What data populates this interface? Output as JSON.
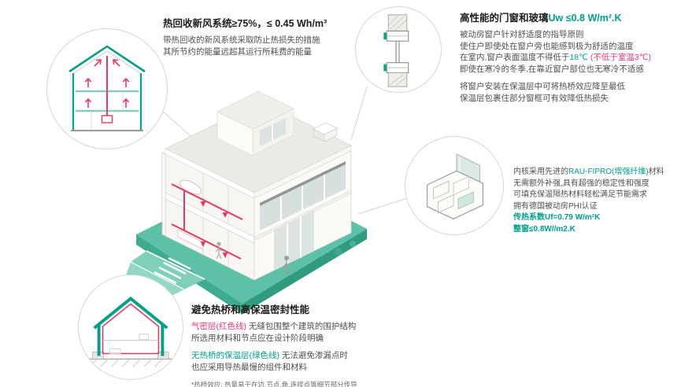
{
  "palette": {
    "accent_green": "#00A08B",
    "accent_red": "#E8376B",
    "platform_teal": "#5CC1A6",
    "body_text": "#4f4f4c"
  },
  "ventilation": {
    "title": "热回收新风系统≥75%，≤ 0.45 Wh/m³",
    "line1": "带热回收的新风系统采取防止热损失的措施",
    "line2": "其所节约的能量远超其运行所耗费的能量"
  },
  "windows": {
    "title": "高性能的门窗和玻璃",
    "title_metric": "Uw ≤0.8 W/m².K",
    "line1": "被动房窗户针对舒适度的指导原则",
    "line2": "使住户即使处在窗户旁也能感到极为舒适的温度",
    "line3_pre": "在室内,窗户表面温度不得低于",
    "line3_temp": "18℃",
    "line3_paren": " (不低于室温3℃)",
    "line4": "即使在寒冷的冬季,在靠近窗户部位也无寒冷不适感",
    "line5": "将窗户安装在保温层中可将热桥效应降至最低",
    "line6": "保温层包裹住部分窗框可有效降低热损失"
  },
  "profile": {
    "line1_pre": "内核采用先进的",
    "line1_brand": "RAU-FIPRO(增强纤维)",
    "line1_post": "材料",
    "line2": "无需额外补强,具有超强的稳定性和强度",
    "line3": "可填充保温隔热材料轻松满足节能需求",
    "line4": "拥有德国被动房PHI认证",
    "metric1": "传热系数Uf=0.79 W/m²K",
    "metric2": "整窗≤0.8W//m2.K"
  },
  "thermal": {
    "title": "避免热桥和高保温密封性能",
    "line1_red": "气密层(红色线)",
    "line1_rest": " 无缝包围整个建筑的围护结构",
    "line2": "所选用材料和节点应在设计阶段明确",
    "line3_green": "无热桥的保温层(绿色线)",
    "line3_rest": " 无法避免渗漏点时",
    "line4": "也应采用导热最慢的组件和材料",
    "note": "*热桥效应: 热量易于在边,节点,角,连接点等细节部分传导"
  }
}
